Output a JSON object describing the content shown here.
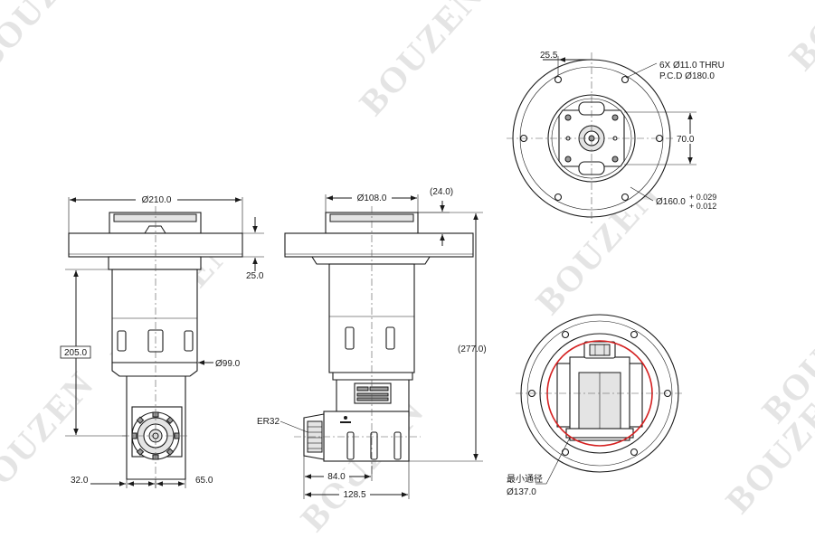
{
  "watermark": "BOUZEN",
  "colors": {
    "line": "#1a1a1a",
    "highlight_circle": "#d42020",
    "watermark": "#cfcfcf"
  },
  "front_view": {
    "flange_dia": "Ø210.0",
    "flange_thickness": "25.0",
    "height": "205.0",
    "body_dia": "Ø99.0",
    "left_offset": "32.0",
    "width_bottom": "65.0"
  },
  "side_view": {
    "spigot_dia": "Ø108.0",
    "spigot_height": "(24.0)",
    "total_height": "(277.0)",
    "collet": "ER32",
    "nose_offset": "84.0",
    "overall_width": "128.5"
  },
  "top_view": {
    "offset": "25.5",
    "holes_line1": "6X Ø11.0 THRU",
    "holes_line2": "P.C.D Ø180.0",
    "spacing": "70.0",
    "pilot_dia": "Ø160.0",
    "tol_upper": "+ 0.029",
    "tol_lower": "+ 0.012"
  },
  "bottom_view": {
    "min_bore_label": "最小通径",
    "min_bore_dia": "Ø137.0"
  }
}
